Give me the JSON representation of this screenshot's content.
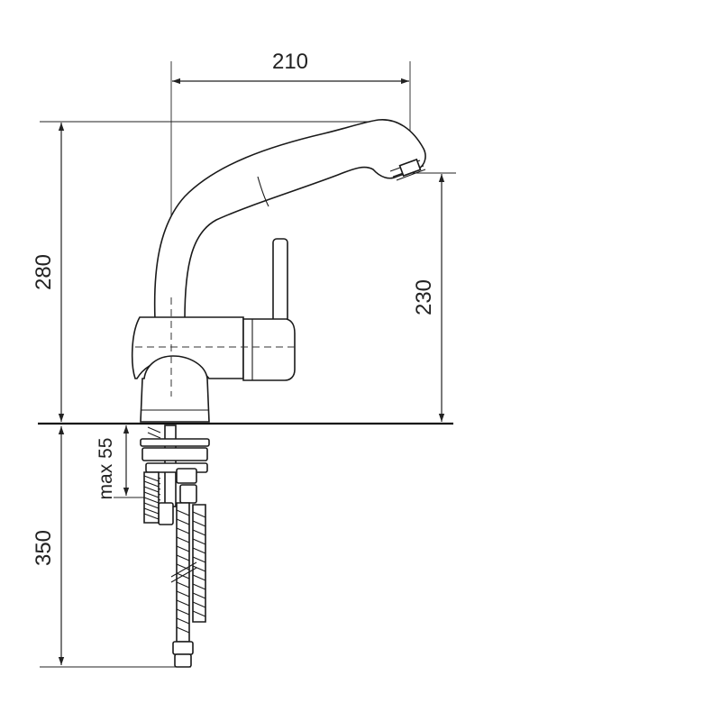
{
  "dimensions": {
    "width_top": "210",
    "height_total": "280",
    "spout_height": "230",
    "max_thickness": "max 55",
    "hose_length": "350"
  },
  "colors": {
    "line": "#222222",
    "background": "#ffffff"
  }
}
